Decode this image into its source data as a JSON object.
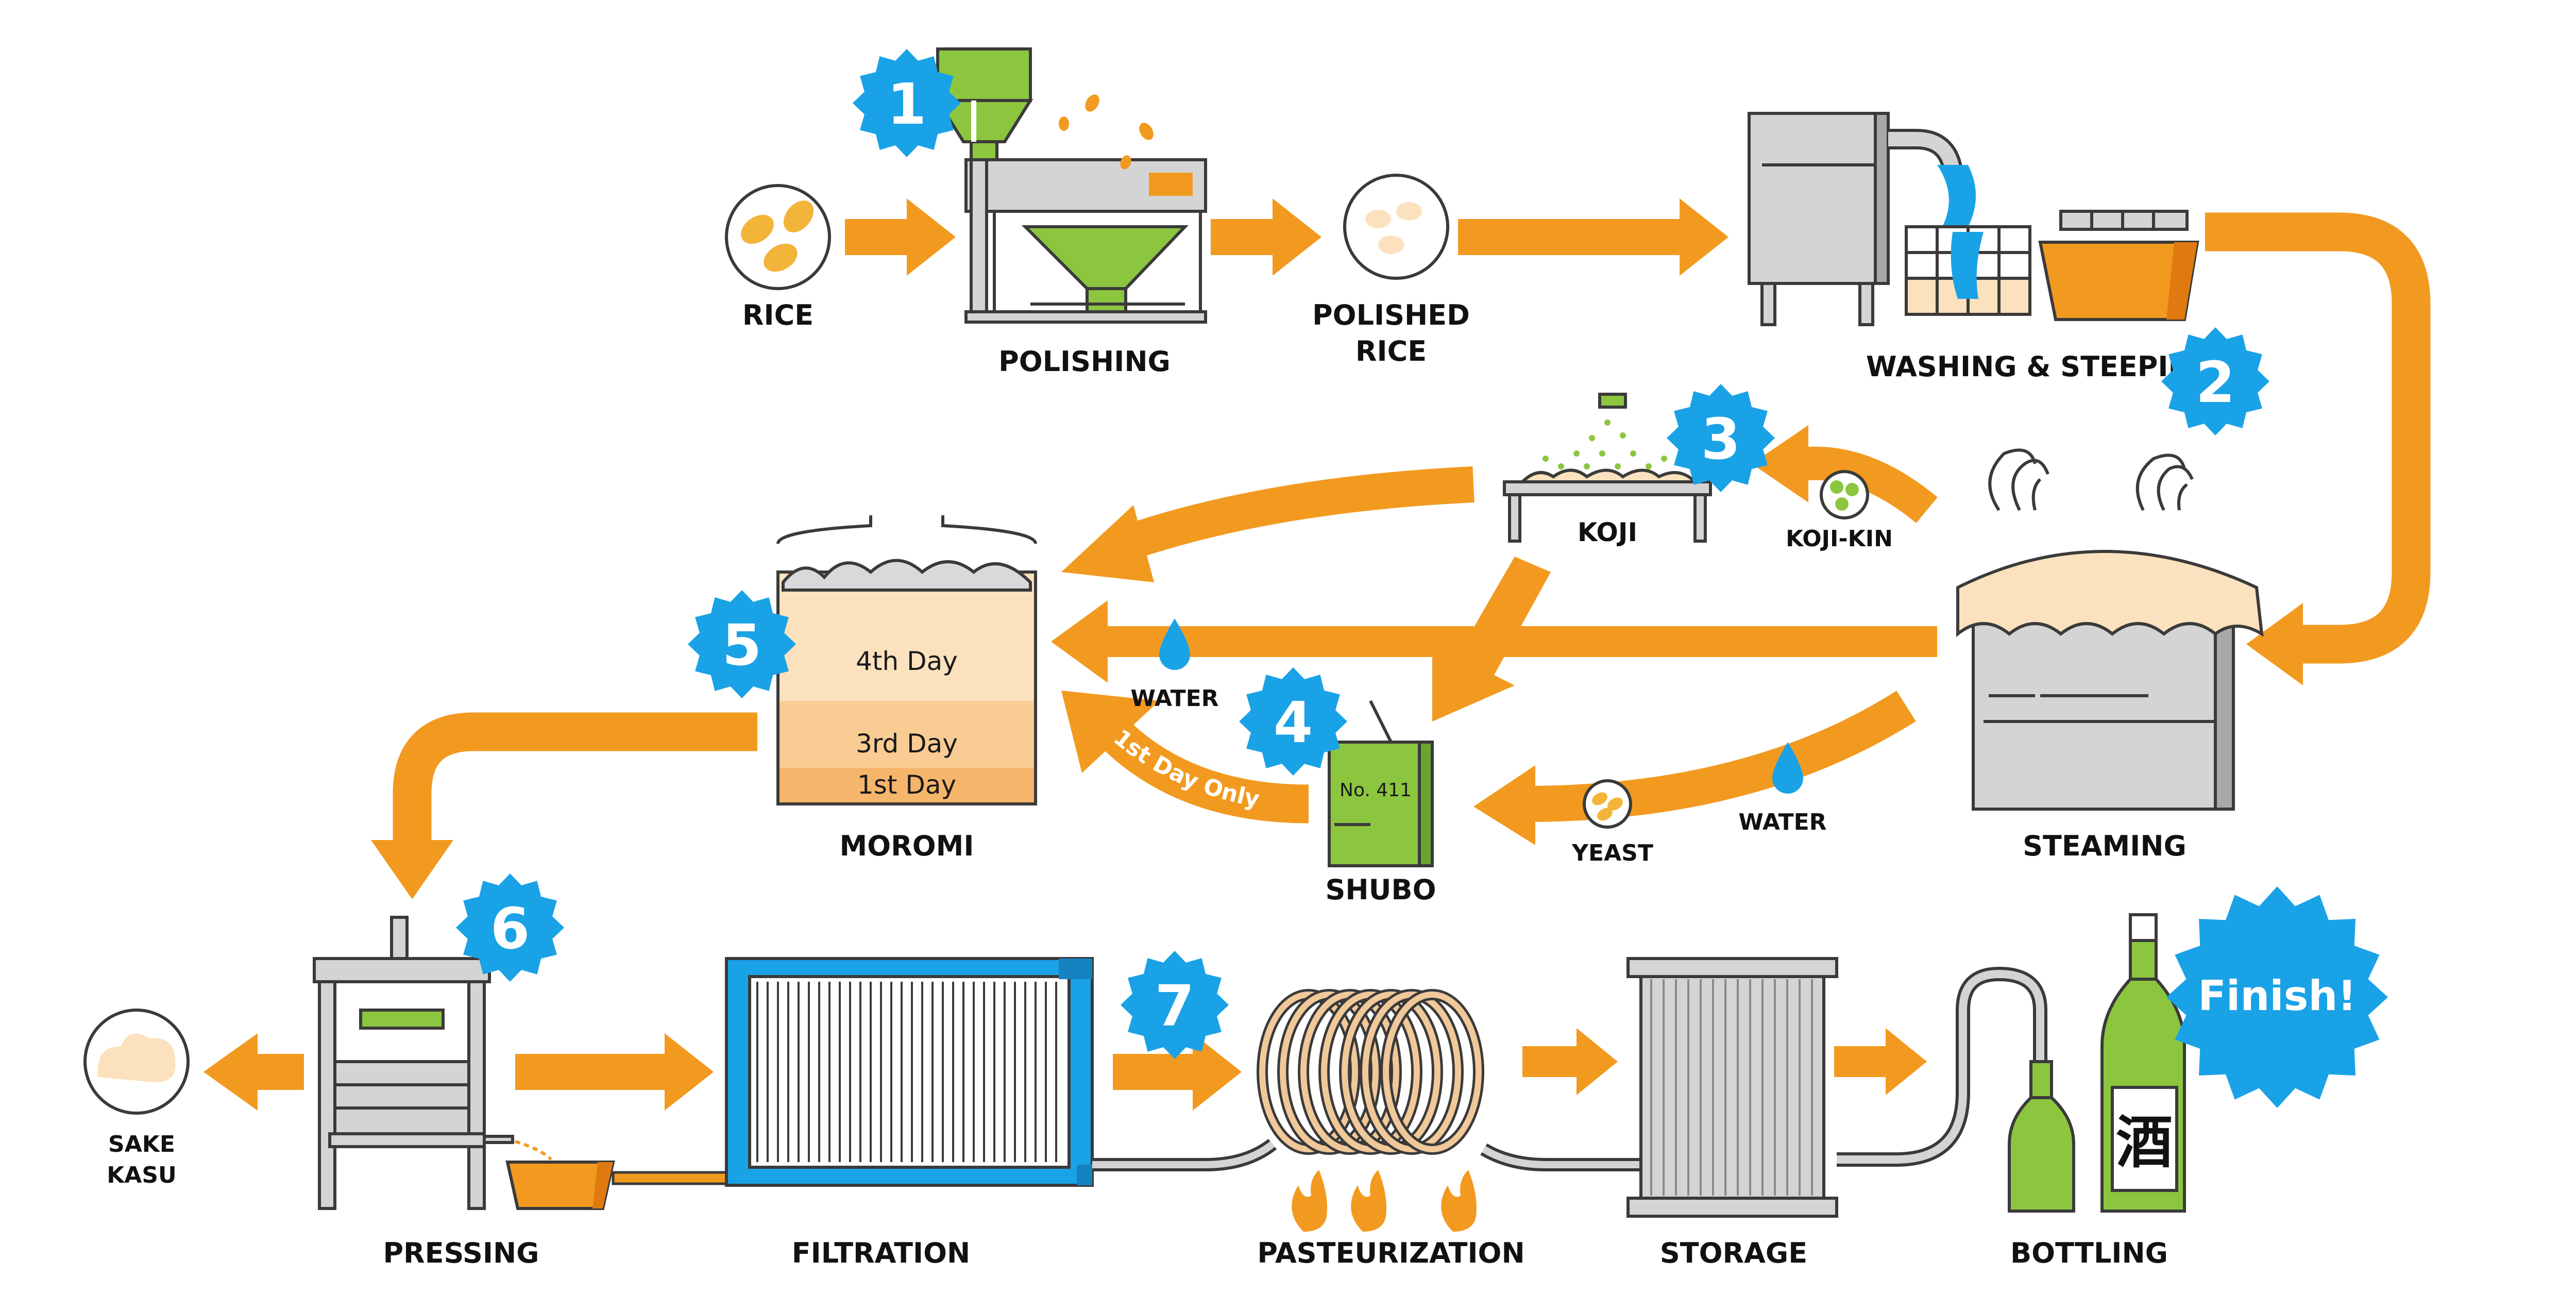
{
  "colors": {
    "arrow": "#f29a20",
    "badge": "#1aa2e6",
    "outline": "#3a3a3a",
    "grey": "#c9c9c9",
    "green": "#8cc63f",
    "rice": "#f3b43a",
    "water": "#1aa2e6",
    "moromi": "#fbe1bd"
  },
  "steps": [
    {
      "number": "1",
      "label": "POLISHING"
    },
    {
      "number": "2",
      "label": "WASHING & STEEPING"
    },
    {
      "number": "3",
      "label": "KOJI"
    },
    {
      "number": "4",
      "label": "SHUBO"
    },
    {
      "number": "5",
      "label": "MOROMI"
    },
    {
      "number": "6",
      "label": "PRESSING"
    },
    {
      "number": "7",
      "label": "FILTRATION"
    }
  ],
  "labels": {
    "rice": "RICE",
    "polished_line1": "POLISHED",
    "polished_line2": "RICE",
    "steaming": "STEAMING",
    "koji_kin": "KOJI-KIN",
    "water_moromi": "WATER",
    "water_shubo": "WATER",
    "yeast": "YEAST",
    "sake_kasu_line1": "SAKE",
    "sake_kasu_line2": "KASU",
    "pasteurization": "PASTEURIZATION",
    "storage": "STORAGE",
    "bottling": "BOTTLING",
    "first_day_only": "1st Day Only",
    "finish": "Finish!",
    "can_label": "No. 411",
    "bottle_kanji": "酒"
  },
  "moromi_days": [
    "4th Day",
    "3rd Day",
    "1st Day"
  ],
  "icons": [
    "rice-grains-icon",
    "polishing-machine-icon",
    "polished-rice-icon",
    "washing-tank-icon",
    "steaming-vat-icon",
    "koji-tray-icon",
    "koji-kin-spores-icon",
    "shubo-can-icon",
    "moromi-tank-icon",
    "press-machine-icon",
    "filter-press-icon",
    "pasteurizer-coil-icon",
    "flame-icon",
    "storage-tank-icon",
    "sake-bottle-icon",
    "water-drop-icon",
    "yeast-icon",
    "sake-kasu-icon",
    "finish-badge-icon"
  ]
}
